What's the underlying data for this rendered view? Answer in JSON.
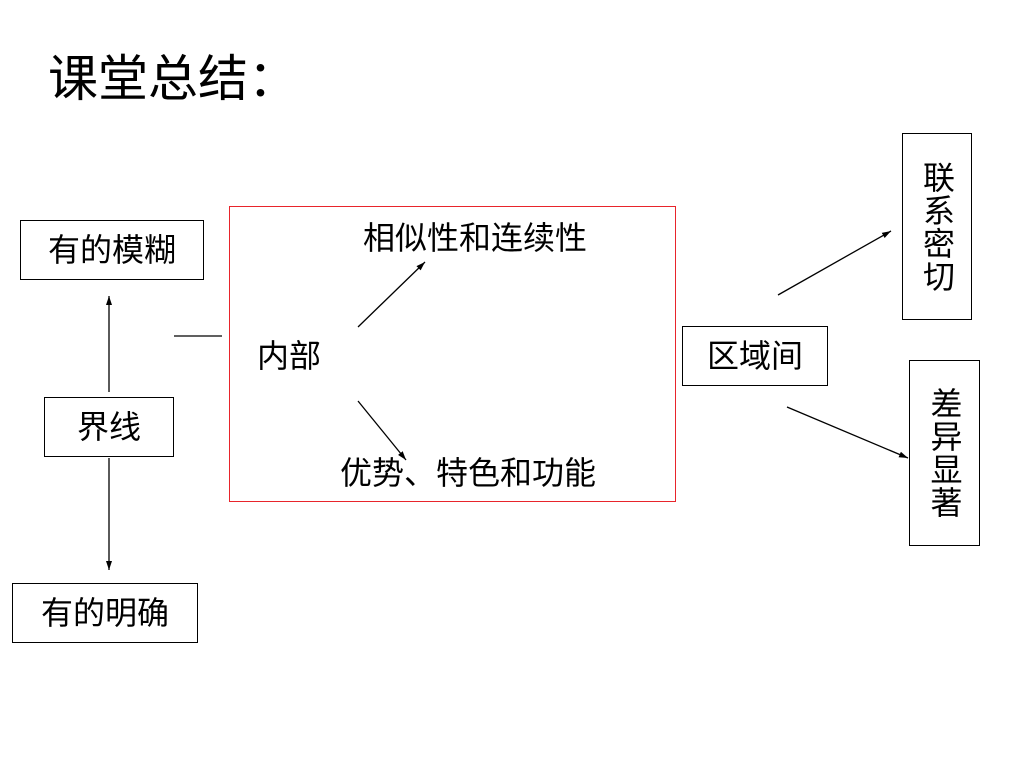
{
  "title": "课堂总结：",
  "boundary": {
    "top": "有的模糊",
    "center": "界线",
    "bottom": "有的明确"
  },
  "internal": {
    "label": "内部",
    "upper": "相似性和连续性",
    "lower": "优势、特色和功能"
  },
  "inter_region": {
    "label": "区域间",
    "upper": "联系密切",
    "lower": "差异显著"
  },
  "colors": {
    "frame": "#e8242b",
    "stroke": "#000000"
  }
}
